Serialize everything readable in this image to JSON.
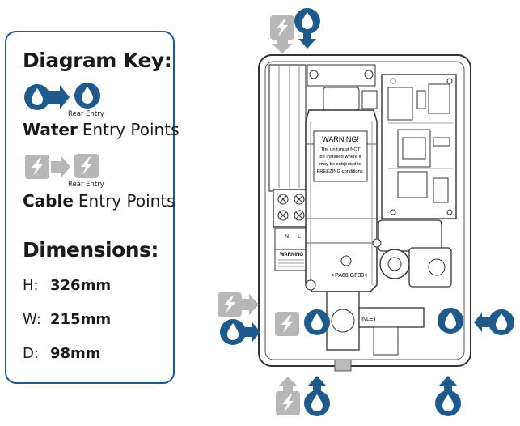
{
  "key": {
    "title": "Diagram Key:",
    "water_rear_label": "Rear Entry",
    "water_bold": "Water",
    "water_rest": "Entry Points",
    "cable_rear_label": "Rear Entry",
    "cable_bold": "Cable",
    "cable_rest": "Entry Points"
  },
  "dimensions": {
    "title": "Dimensions:",
    "rows": [
      {
        "key": "H:",
        "value": "326mm"
      },
      {
        "key": "W:",
        "value": "215mm"
      },
      {
        "key": "D:",
        "value": "98mm"
      }
    ]
  },
  "unit_labels": {
    "warning_title": "WARNING!",
    "warning_line1": "The unit must NOT",
    "warning_line2": "be installed where it",
    "warning_line3": "may be subjected to",
    "warning_line4": "FREEZING conditions.",
    "material_code": ">PA66 GF30<",
    "inlet_label": "INLET",
    "small_warning": "WARNING",
    "terminal_n": "N",
    "terminal_l": "L"
  },
  "colors": {
    "water_blue": "#1f5a8c",
    "cable_grey": "#b7b7b7",
    "outline": "#333333"
  }
}
